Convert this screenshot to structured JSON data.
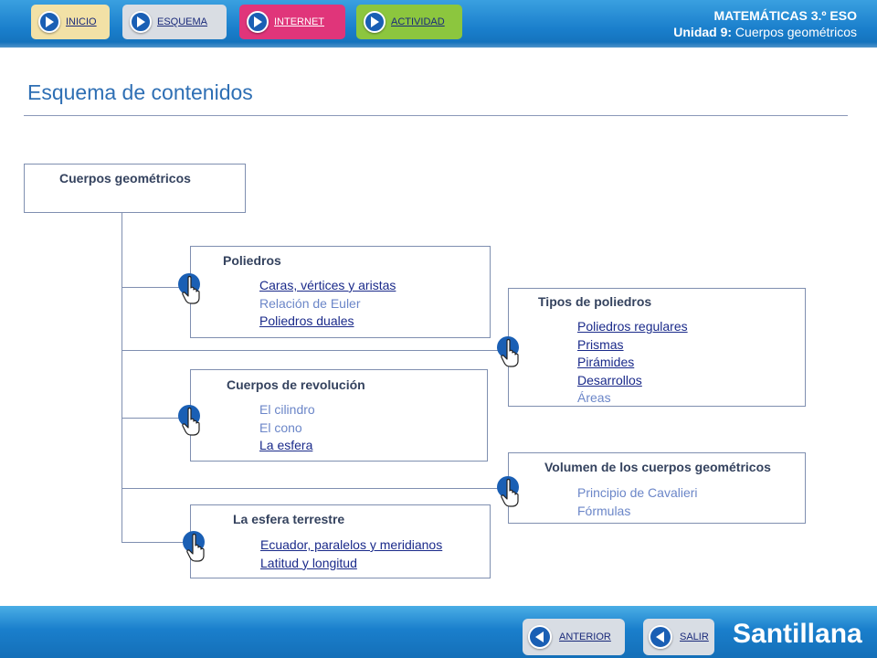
{
  "nav": {
    "inicio": "INICIO",
    "esquema": "ESQUEMA",
    "internet": "INTERNET",
    "actividad": "ACTIVIDAD"
  },
  "header": {
    "course": "MATEMÁTICAS 3.º ESO",
    "unit_label": "Unidad 9:",
    "unit_name": " Cuerpos geométricos"
  },
  "page_title": "Esquema de contenidos",
  "scheme": {
    "root": "Cuerpos geométricos",
    "poliedros": {
      "title": "Poliedros",
      "items": [
        "Caras, vértices y aristas",
        "Relación de Euler",
        "Poliedros duales"
      ]
    },
    "tipos": {
      "title": "Tipos de poliedros",
      "items": [
        "Poliedros regulares",
        "Prismas",
        "Pirámides",
        "Desarrollos",
        "Áreas"
      ]
    },
    "revolucion": {
      "title": "Cuerpos de revolución",
      "items": [
        "El cilindro",
        "El cono",
        "La esfera"
      ]
    },
    "volumen": {
      "title": "Volumen de los cuerpos geométricos",
      "items": [
        "Principio de Cavalieri",
        "Fórmulas"
      ]
    },
    "esfera_terrestre": {
      "title": "La esfera terrestre",
      "items": [
        "Ecuador, paralelos y meridianos",
        "Latitud y longitud"
      ]
    }
  },
  "footer": {
    "anterior": "ANTERIOR",
    "salir": "SALIR",
    "brand": "Santillana"
  },
  "colors": {
    "accent_blue": "#1a7fcc",
    "title_blue": "#2e6fb4",
    "link_dark": "#1a2a8a",
    "text_light": "#6b86c8",
    "internet_pink": "#e0357a",
    "actividad_green": "#8cc63e"
  },
  "icons": {
    "nav": "play-icon",
    "hand": "pointing-hand-icon",
    "back": "back-arrow-icon"
  }
}
